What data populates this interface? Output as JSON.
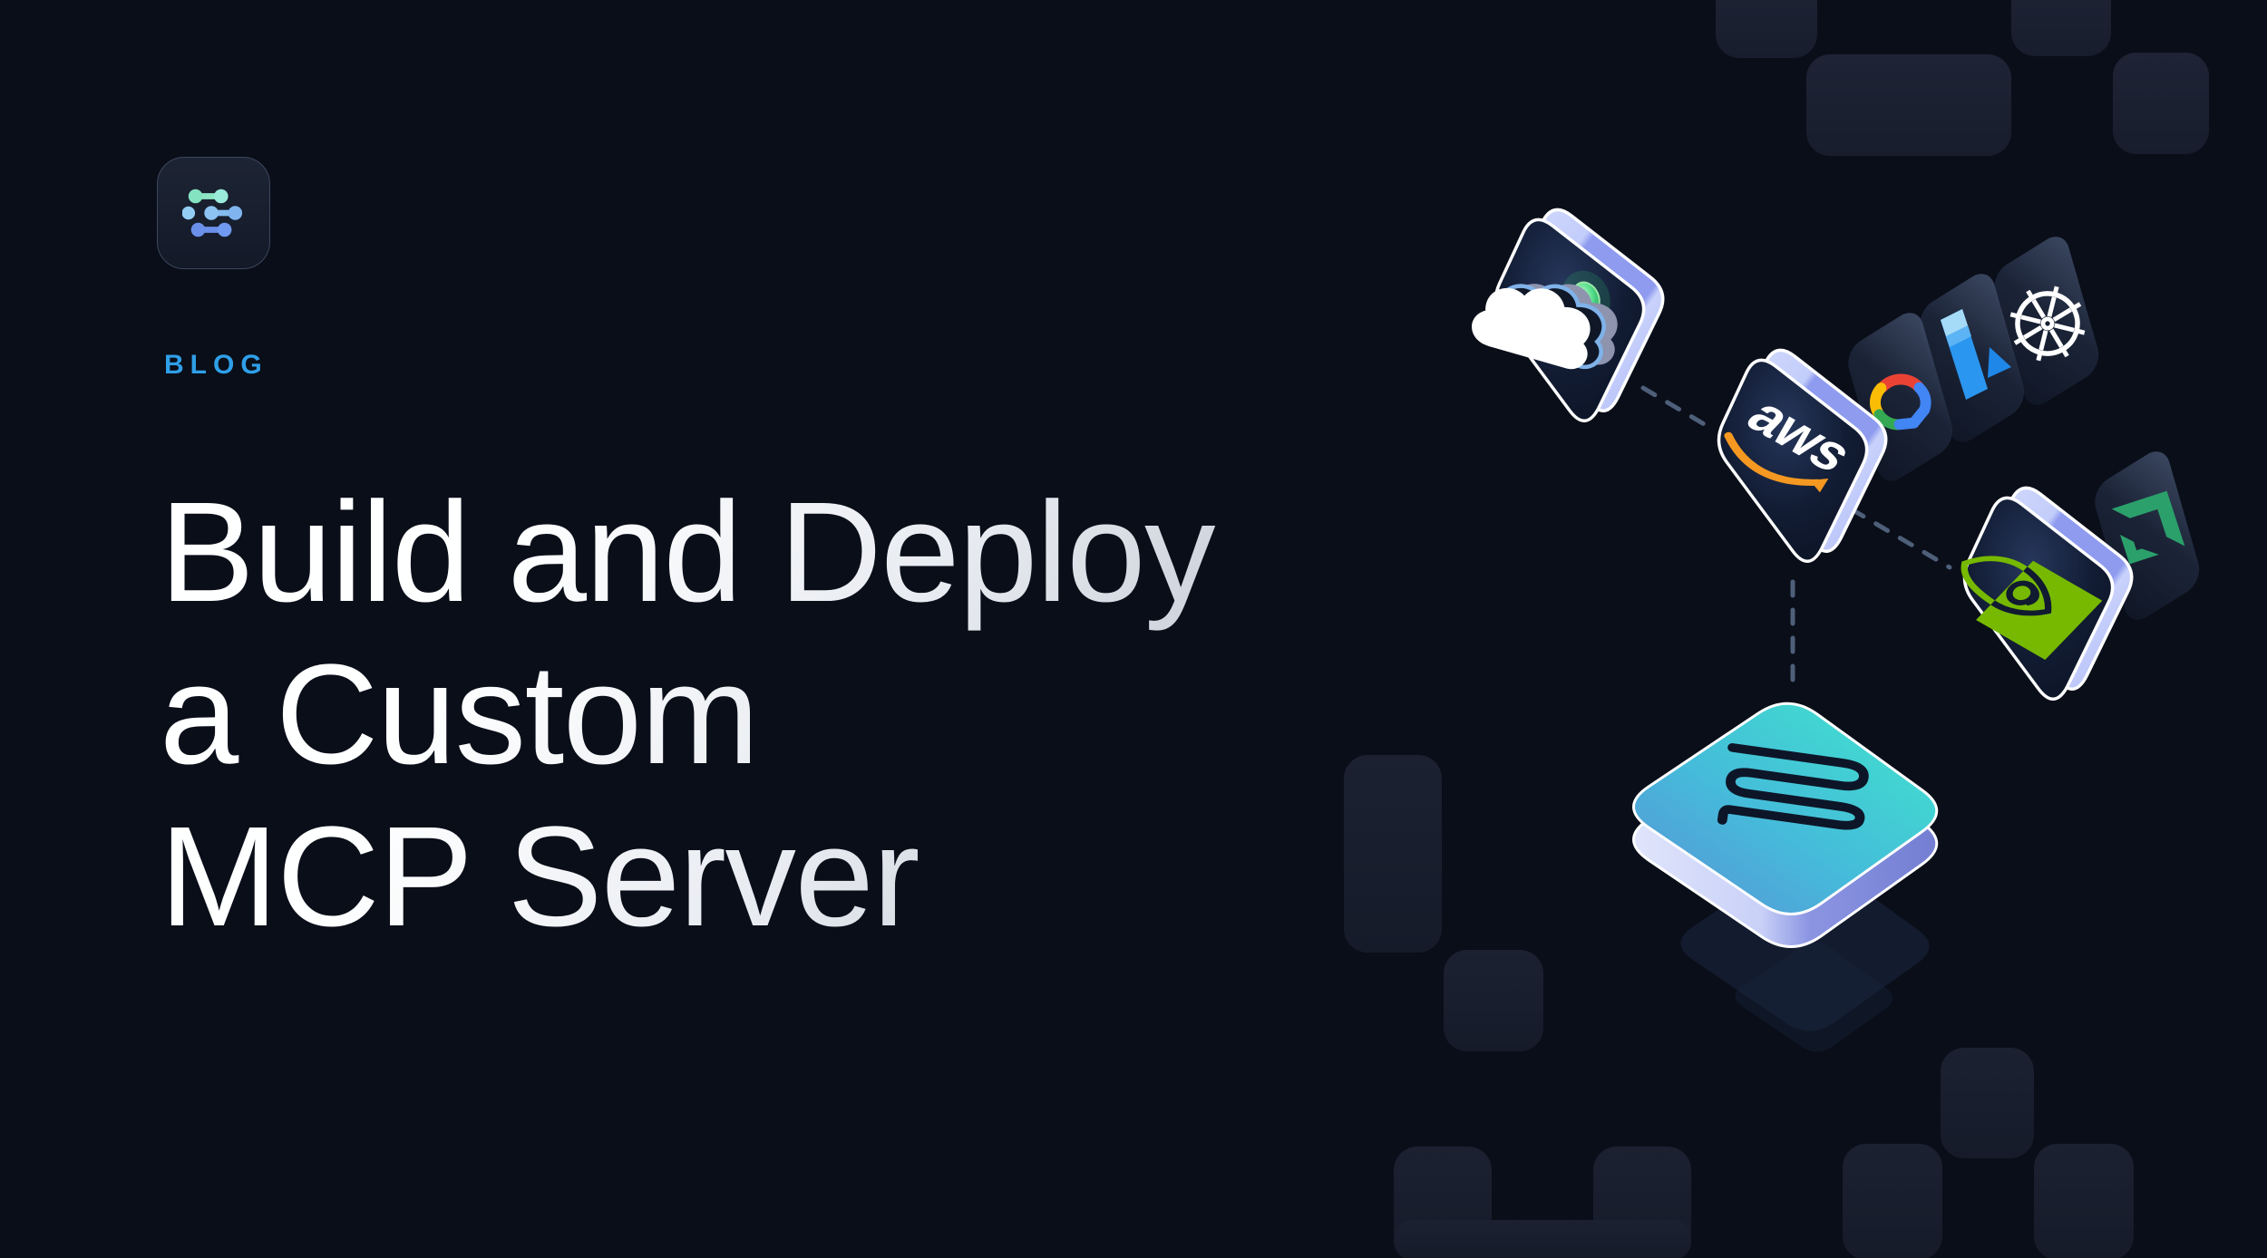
{
  "header": {
    "eyebrow": "BLOG",
    "eyebrow_color": "#2f9fe8"
  },
  "title": {
    "line1": "Build and Deploy",
    "line2": "a Custom",
    "line3": "MCP Server"
  },
  "illustration": {
    "aws_wordmark": "aws",
    "hub_tile": "baseten-cube",
    "standing_tiles": [
      "cloud",
      "aws",
      "nvidia"
    ],
    "flat_panels": [
      "google-cloud",
      "lambda",
      "kubernetes",
      "amd"
    ],
    "colors": {
      "background": "#0a0e19",
      "decor_shape": "#1b2131",
      "tile_face_dark": "#101a30",
      "tile_edge_periwinkle": "#8e9bef",
      "tile_outline": "#ffffff",
      "dashed_line": "#4e5f79",
      "cube_teal": "#3fe6cb",
      "cube_blue": "#5a8fd6",
      "status_dot_green": "#3ecb74",
      "aws_orange": "#f49821",
      "nvidia_green": "#76b900",
      "amd_green": "#2ba06b",
      "gcp_blue": "#4285f4",
      "gcp_red": "#ea4335",
      "gcp_yellow": "#fbbc05",
      "gcp_green": "#34a853",
      "lambda_blue": "#2b96f0",
      "kubernetes_white": "#ffffff",
      "logo_teal": "#8ce6c6",
      "logo_light_blue": "#8cc3f2",
      "logo_blue": "#6a90ea"
    }
  }
}
